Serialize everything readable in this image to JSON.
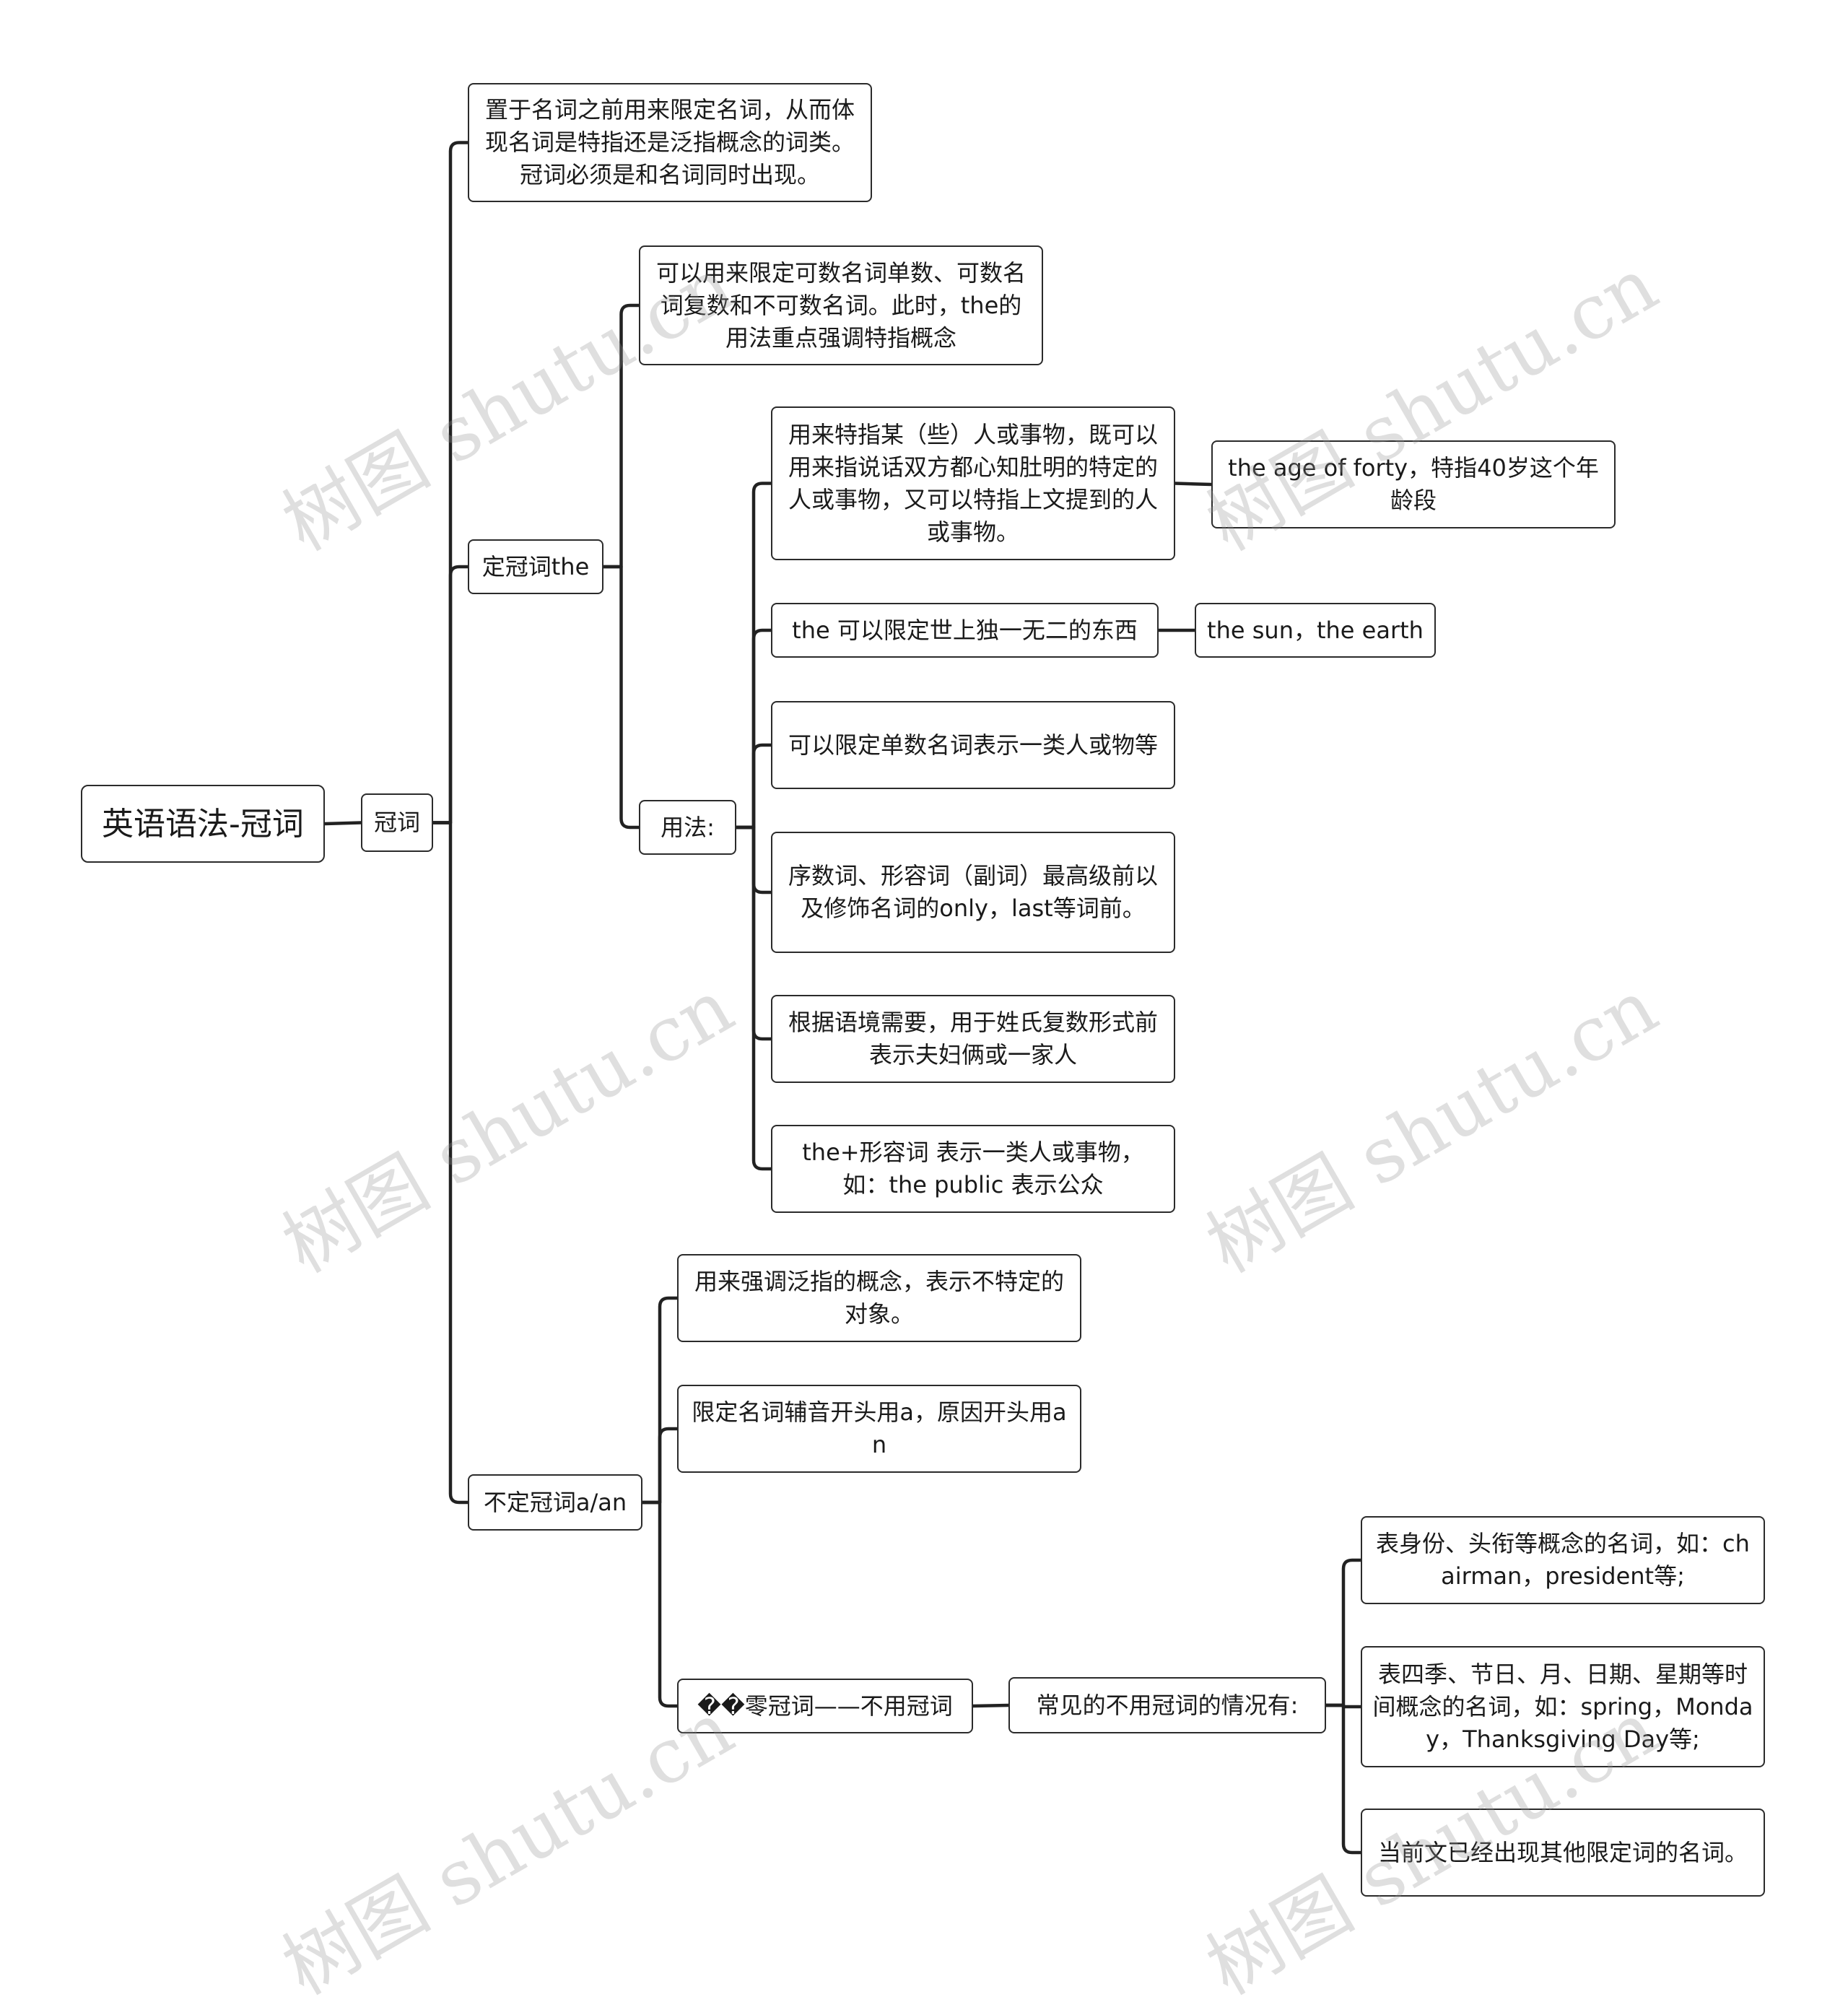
{
  "root": "英语语法-冠词",
  "article": "冠词",
  "definition": "置于名词之前用来限定名词，从而体现名词是特指还是泛指概念的词类。冠词必须是和名词同时出现。",
  "definite": {
    "label": "定冠词the",
    "desc": "可以用来限定可数名词单数、可数名词复数和不可数名词。此时，the的用法重点强调特指概念",
    "usage_label": "用法:",
    "usage": [
      "用来特指某（些）人或事物，既可以用来指说话双方都心知肚明的特定的人或事物，又可以特指上文提到的人或事物。",
      "the 可以限定世上独一无二的东西",
      "可以限定单数名词表示一类人或物等",
      "序数词、形容词（副词）最高级前以及修饰名词的only，last等词前。",
      "根据语境需要，用于姓氏复数形式前表示夫妇俩或一家人",
      "the+形容词 表示一类人或事物，如：the public 表示公众"
    ],
    "example_forty": "the age of forty，特指40岁这个年龄段",
    "example_sun": "the sun，the earth"
  },
  "indefinite": {
    "label": "不定冠词a/an",
    "items": [
      "用来强调泛指的概念，表示不特定的对象。",
      "限定名词辅音开头用a，原因开头用an"
    ],
    "zero": {
      "label": "��零冠词——不用冠词",
      "cases_label": "常见的不用冠词的情况有:",
      "cases": [
        "表身份、头衔等概念的名词，如：chairman，president等;",
        "表四季、节日、月、日期、星期等时间概念的名词，如：spring，Monday，Thanksgiving Day等;",
        "当前文已经出现其他限定词的名词。"
      ]
    }
  },
  "watermark": "树图 shutu.cn"
}
